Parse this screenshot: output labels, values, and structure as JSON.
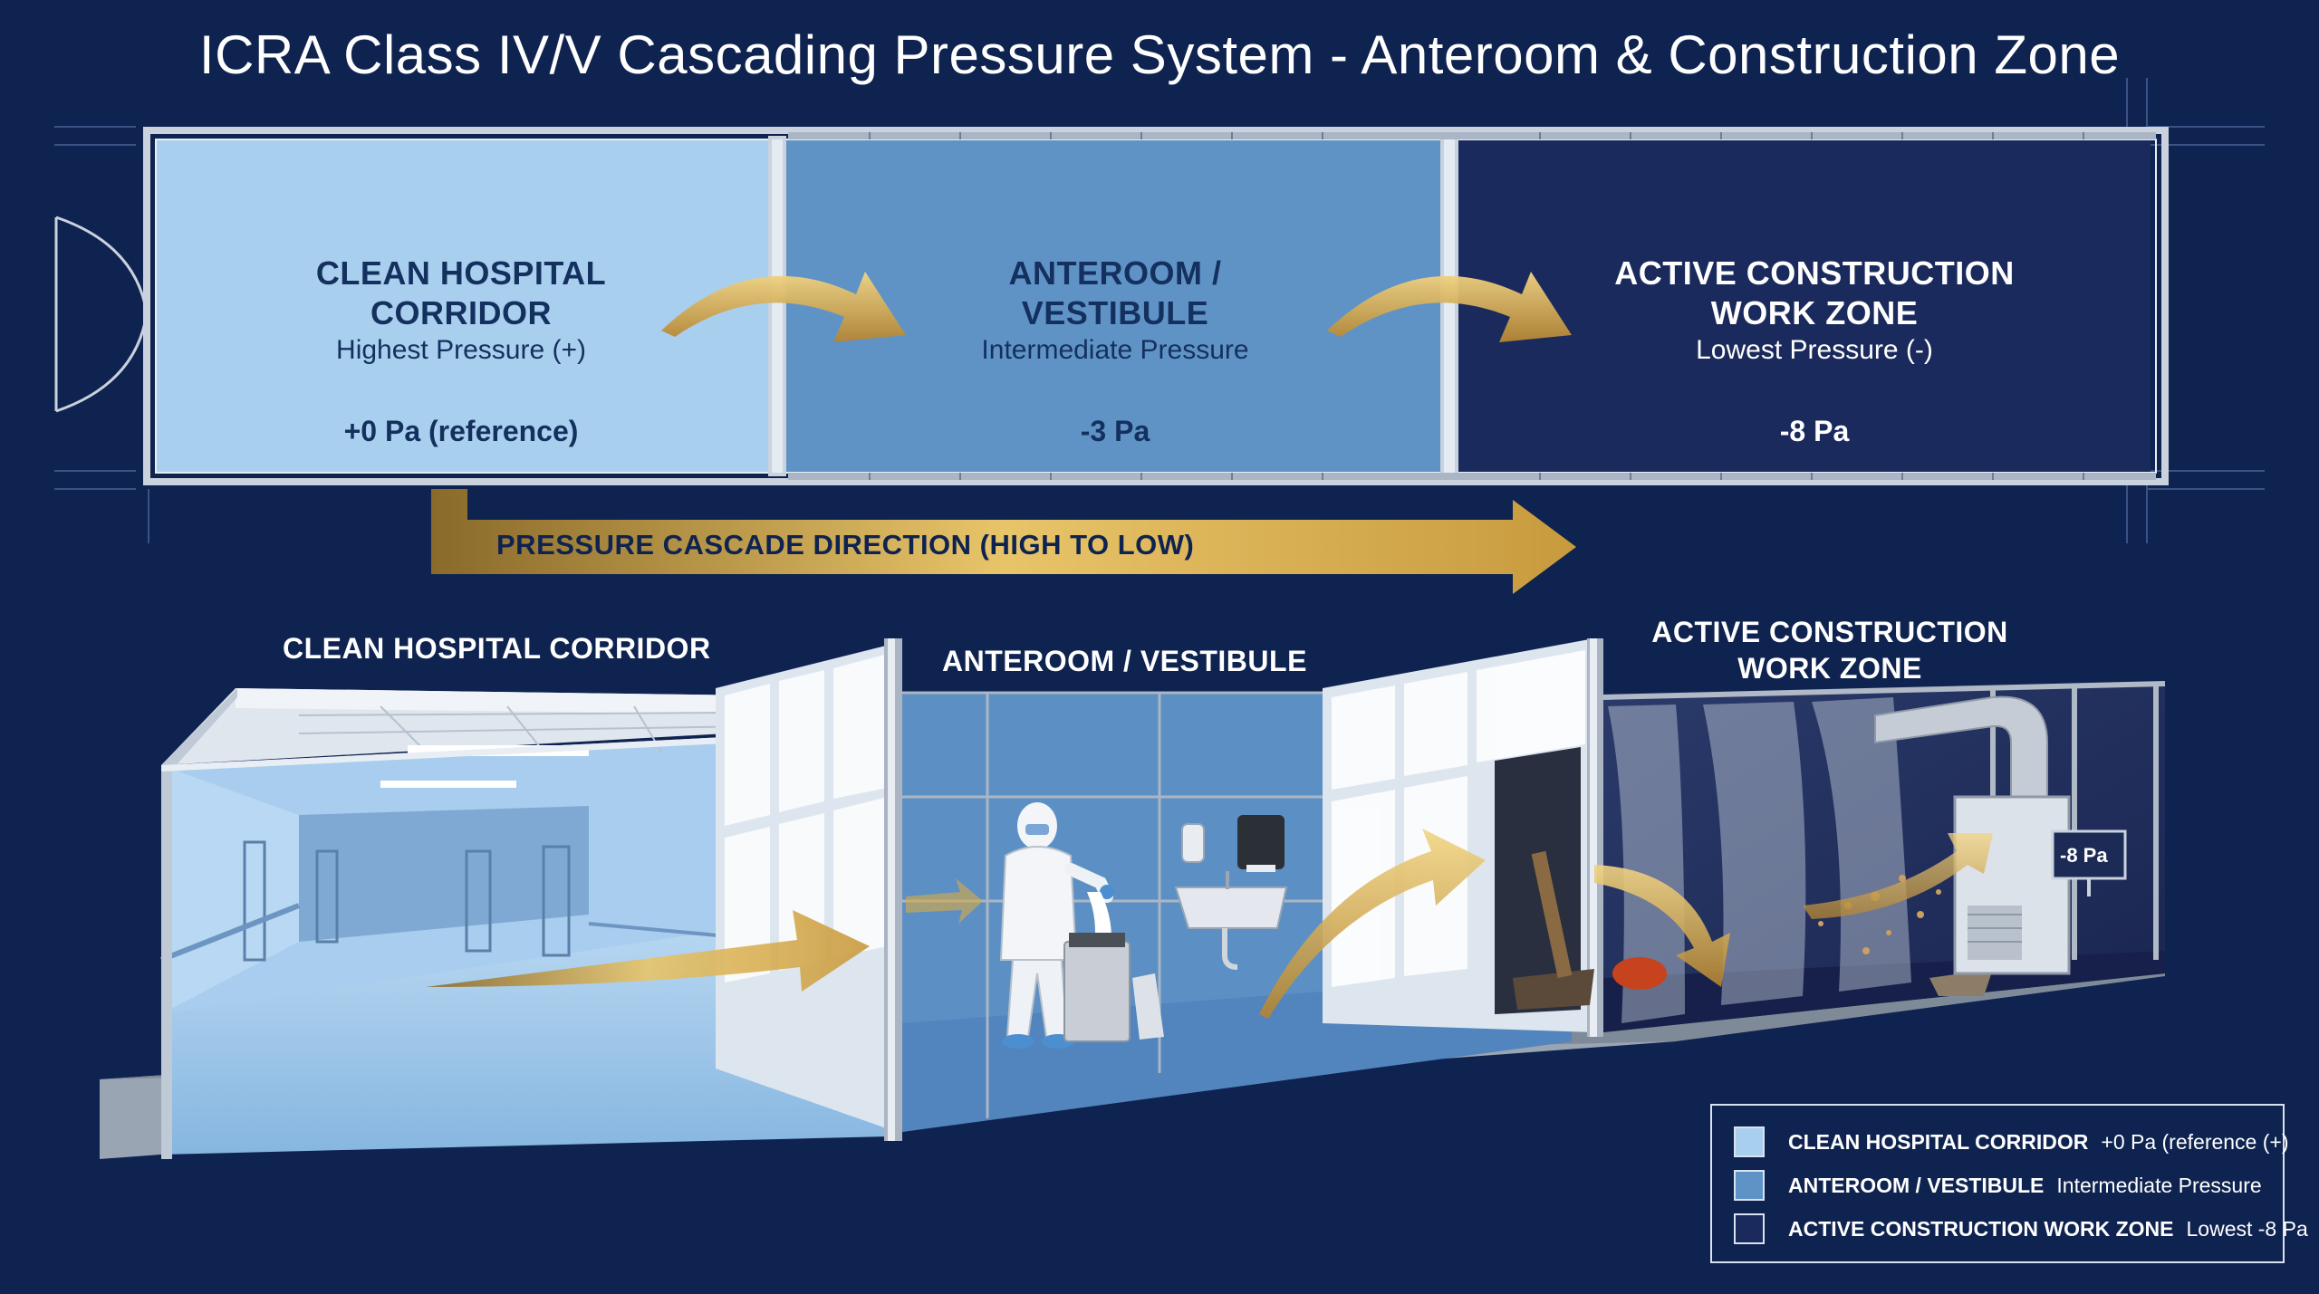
{
  "title": "ICRA Class IV/V Cascading Pressure System - Anteroom & Construction Zone",
  "colors": {
    "background": "#0f2350",
    "corridor": "#a9cfee",
    "anteroom": "#5f93c6",
    "construction": "#1b2a5c",
    "arrow_gold": "#d4a84a",
    "frame": "#c9d2dd"
  },
  "zones": [
    {
      "name_line1": "CLEAN HOSPITAL",
      "name_line2": "CORRIDOR",
      "pressure_desc": "Highest Pressure (+)",
      "pressure_value": "+0 Pa (reference)"
    },
    {
      "name_line1": "ANTEROOM /",
      "name_line2": "VESTIBULE",
      "pressure_desc": "Intermediate Pressure",
      "pressure_value": "-3 Pa"
    },
    {
      "name_line1": "ACTIVE CONSTRUCTION",
      "name_line2": "WORK ZONE",
      "pressure_desc": "Lowest Pressure (-)",
      "pressure_value": "-8 Pa"
    }
  ],
  "cascade_label": "PRESSURE CASCADE DIRECTION (HIGH TO LOW)",
  "room_labels": {
    "corridor": "CLEAN HOSPITAL CORRIDOR",
    "anteroom": "ANTEROOM / VESTIBULE",
    "construction_line1": "ACTIVE CONSTRUCTION",
    "construction_line2": "WORK ZONE"
  },
  "monitor_readout": "-8 Pa",
  "legend": [
    {
      "name": "CLEAN HOSPITAL CORRIDOR",
      "desc": "+0 Pa (reference (+)",
      "color": "#a9cfee"
    },
    {
      "name": "ANTEROOM / VESTIBULE",
      "desc": "Intermediate Pressure",
      "color": "#5f93c6"
    },
    {
      "name": "ACTIVE CONSTRUCTION WORK ZONE",
      "desc": "Lowest -8 Pa",
      "color": "#1b2a5c"
    }
  ],
  "icons": [
    "door-icon",
    "airflow-arrow-icon",
    "worker-ppe-icon",
    "sink-icon",
    "soap-dispenser-icon",
    "paper-towel-dispenser-icon",
    "hepa-unit-icon",
    "duct-icon",
    "monitor-icon",
    "debris-icon",
    "plastic-curtain-icon"
  ]
}
